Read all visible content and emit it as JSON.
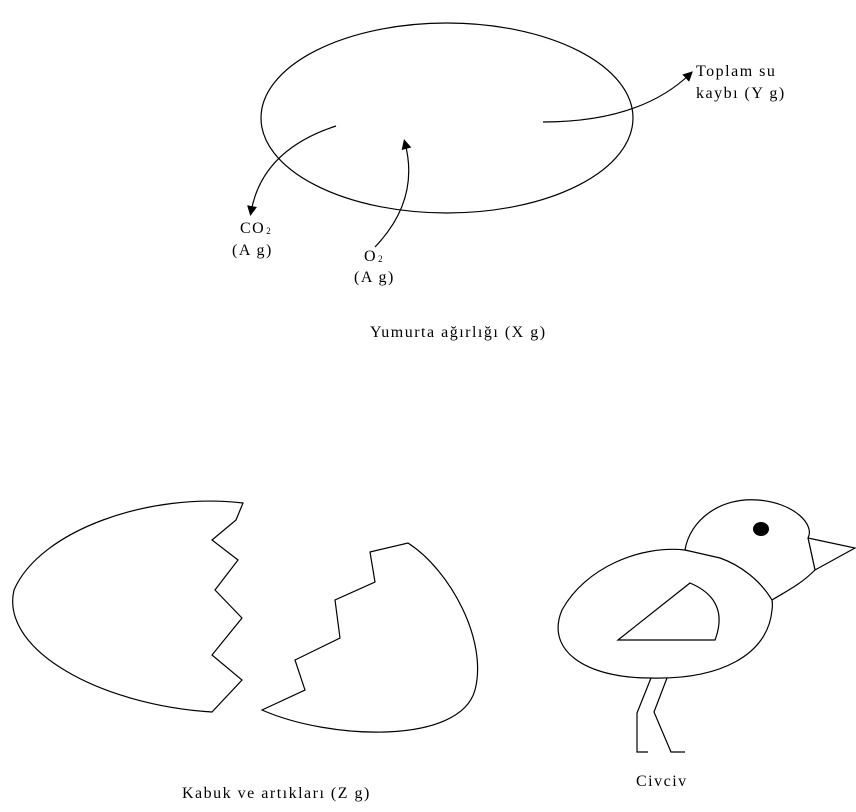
{
  "egg_diagram": {
    "water_loss_label_line1": "Toplam su",
    "water_loss_label_line2": "kaybı (Y g)",
    "co2_label_main": "CO",
    "co2_label_sub": "2",
    "co2_amount": "(A g)",
    "o2_label_main": "O",
    "o2_label_sub": "2",
    "o2_amount": "(A g)",
    "egg_weight_label": "Yumurta ağırlığı (X g)"
  },
  "hatching": {
    "shell_label": "Kabuk ve artıkları (Z g)",
    "chick_label": "Civciv"
  },
  "colors": {
    "stroke": "#000000",
    "background": "#ffffff"
  },
  "icons": {
    "arrow_head": "triangle-arrowhead",
    "chick_eye": "filled-circle"
  }
}
